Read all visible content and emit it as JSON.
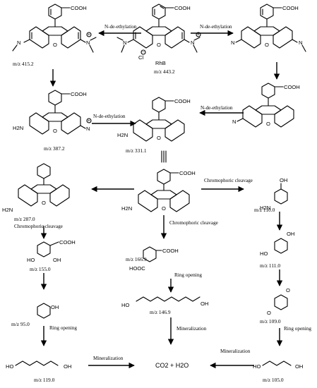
{
  "compounds": {
    "rhb": {
      "name": "RhB",
      "counterion": "Cl",
      "mz": "m/z 443.2",
      "cooh": "COOH"
    },
    "c415": {
      "mz": "m/z 415.2",
      "cooh": "COOH"
    },
    "c415b": {
      "cooh": "COOH"
    },
    "c387": {
      "mz": "m/z 387.2",
      "cooh": "COOH",
      "nh2": "H2N"
    },
    "c387b": {
      "cooh": "COOH"
    },
    "c331": {
      "mz": "m/z 331.1",
      "cooh": "COOH",
      "nh2": "H2N"
    },
    "c331b": {
      "cooh": "COOH",
      "nh2": "H2N"
    },
    "c287": {
      "mz": "m/z 287.0",
      "nh2": "H2N"
    },
    "c166": {
      "mz": "m/z 166.9",
      "cooh": "COOH",
      "hooc": "HOOC"
    },
    "c110": {
      "mz": "m/z 110.0",
      "oh": "OH",
      "nh2": "H2N"
    },
    "c155": {
      "mz": "m/z 155.0",
      "cooh": "COOH",
      "ho": "HO",
      "oh": "OH"
    },
    "c146": {
      "mz": "m/z 146.9",
      "ho": "HO",
      "oh": "OH"
    },
    "c111": {
      "mz": "m/z 111.0",
      "oh": "OH",
      "ho": "HO"
    },
    "c95": {
      "mz": "m/z 95.0",
      "oh": "OH"
    },
    "c109": {
      "mz": "m/z 109.0"
    },
    "c119": {
      "mz": "m/z 119.0",
      "ho": "HO",
      "oh": "OH"
    },
    "c105": {
      "mz": "m/z 105.0",
      "ho": "HO",
      "oh": "OH"
    }
  },
  "steps": {
    "deethyl_1": "N-de-ethylation",
    "deethyl_2": "N-de-ethylation",
    "deethyl_3": "N-de-ethylation",
    "deethyl_4": "N-de-ethylation",
    "chromo_1": "Chromophoric cleavage",
    "chromo_2": "Chromophoric cleavage",
    "chromo_3": "Chromophoric cleavage",
    "ring_1": "Ring opening",
    "ring_2": "Ring opening",
    "ring_3": "Ring opening",
    "mineral_1": "Mineralization",
    "mineral_2": "Mineralization",
    "mineral_3": "Mineralization"
  },
  "final_product": "CO2 + H2O",
  "atoms": {
    "oxygen": "O",
    "nitrogen": "N",
    "plus": "+",
    "minus": "−"
  }
}
